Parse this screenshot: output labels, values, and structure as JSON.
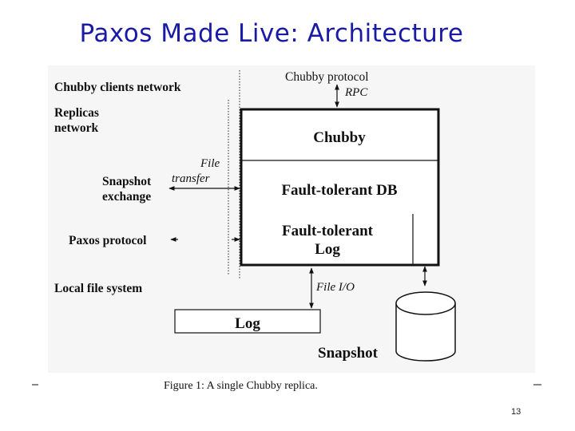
{
  "slide": {
    "title": "Paxos Made Live: Architecture",
    "page_number": "13"
  },
  "diagram": {
    "left_labels": {
      "clients_network": "Chubby clients network",
      "replicas_network_line1": "Replicas",
      "replicas_network_line2": "network",
      "snapshot_line1": "Snapshot",
      "snapshot_line2": "exchange",
      "paxos_protocol": "Paxos protocol",
      "local_fs": "Local file system"
    },
    "top": {
      "chubby_protocol": "Chubby protocol",
      "rpc": "RPC"
    },
    "file_transfer_line1": "File",
    "file_transfer_line2": "transfer",
    "replica_box": {
      "chubby": "Chubby",
      "ft_db": "Fault-tolerant DB",
      "ft_log_line1": "Fault-tolerant",
      "ft_log_line2": "Log"
    },
    "file_io": "File I/O",
    "log_box": "Log",
    "snapshot": "Snapshot",
    "caption": "Figure 1: A single Chubby replica."
  }
}
